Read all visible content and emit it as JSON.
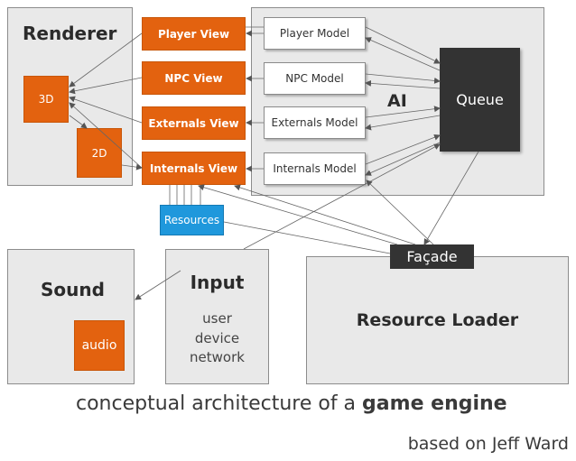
{
  "renderer": {
    "title": "Renderer",
    "box_3d": "3D",
    "box_2d": "2D"
  },
  "views": {
    "player": "Player View",
    "npc": "NPC View",
    "externals": "Externals View",
    "internals": "Internals View"
  },
  "ai": {
    "label": "AI",
    "queue": "Queue",
    "models": {
      "player": "Player Model",
      "npc": "NPC Model",
      "externals": "Externals Model",
      "internals": "Internals Model"
    }
  },
  "resources": "Resources",
  "sound": {
    "title": "Sound",
    "audio": "audio"
  },
  "input": {
    "title": "Input",
    "line1": "user",
    "line2": "device",
    "line3": "network"
  },
  "resource_loader": {
    "title": "Resource Loader",
    "facade": "Façade"
  },
  "caption": {
    "prefix": "conceptual architecture of a ",
    "highlight": "game engine",
    "credit": "based on Jeff Ward"
  },
  "colors": {
    "orange": "#e3620f",
    "panel": "#e9e9e9",
    "dark": "#333333",
    "blue": "#1f98dc"
  }
}
